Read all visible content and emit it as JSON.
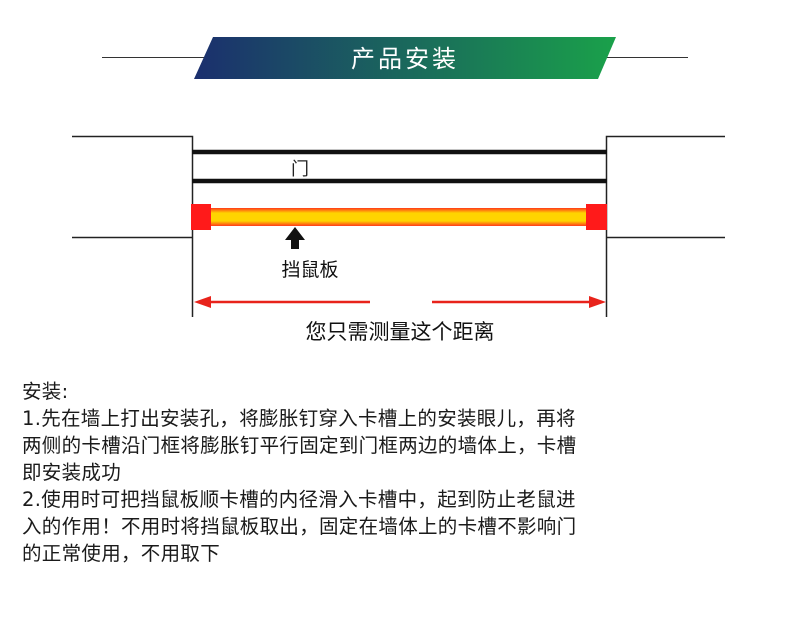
{
  "header": {
    "title": "产品安装",
    "gradient_left": "#1b2f6e",
    "gradient_right": "#1aa14a"
  },
  "diagram": {
    "door_label": "门",
    "board_label": "挡鼠板",
    "measure_label": "您只需测量这个距离",
    "board_color": "#ffd400",
    "board_edge_color": "#ff2a1a",
    "end_cap_color": "#ff1a1a",
    "arrow_color": "#e8231b"
  },
  "instructions": {
    "heading": "安装:",
    "lines": [
      "1.先在墙上打出安装孔，将膨胀钉穿入卡槽上的安装眼儿，再将",
      "两侧的卡槽沿门框将膨胀钉平行固定到门框两边的墙体上，卡槽",
      "即安装成功",
      "2.使用时可把挡鼠板顺卡槽的内径滑入卡槽中，起到防止老鼠进",
      "入的作用！不用时将挡鼠板取出，固定在墙体上的卡槽不影响门",
      "的正常使用，不用取下"
    ]
  }
}
